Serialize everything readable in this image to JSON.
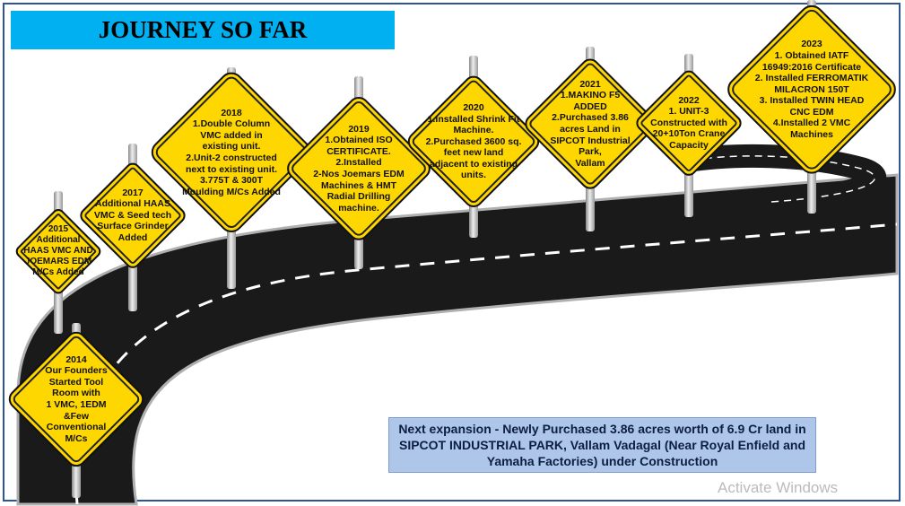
{
  "title": "JOURNEY SO FAR",
  "milestones": [
    {
      "year": "2014",
      "text": "2014\nOur Founders\nStarted Tool\nRoom with\n1 VMC, 1EDM\n&Few\nConventional\nM/Cs"
    },
    {
      "year": "2015",
      "text": "2015\nAdditional\nHAAS VMC AND\nJOEMARS EDM\nM/Cs Added"
    },
    {
      "year": "2017",
      "text": "2017\nAdditional HAAS\nVMC  & Seed tech\nSurface Grinder\nAdded"
    },
    {
      "year": "2018",
      "text": "2018\n1.Double Column\nVMC  added in\nexisting unit.\n2.Unit-2 constructed\nnext to existing unit.\n3.775T & 300T\nMoulding M/Cs Added"
    },
    {
      "year": "2019",
      "text": "2019\n1.Obtained ISO\nCERTIFICATE.\n2.Installed\n2-Nos Joemars EDM\nMachines & HMT\nRadial Drilling\nmachine."
    },
    {
      "year": "2020",
      "text": "2020\n1.Installed Shrink Fit\nMachine.\n2.Purchased 3600 sq.\nfeet new land\nadjacent to existing\nunits."
    },
    {
      "year": "2021",
      "text": "2021\n1.MAKINO F5\nADDED\n2.Purchased 3.86\nacres Land in\nSIPCOT Industrial\nPark,\nVallam"
    },
    {
      "year": "2022",
      "text": "2022\n1. UNIT-3\nConstructed with\n20+10Ton Crane\nCapacity"
    },
    {
      "year": "2023",
      "text": "2023\n1.    Obtained IATF\n16949:2016 Certificate\n2.    Installed FERROMATIK\nMILACRON 150T\n3.    Installed TWIN HEAD\nCNC EDM\n4.Installed 2 VMC\nMachines"
    }
  ],
  "note": "Next expansion - Newly Purchased 3.86 acres worth of 6.9 Cr land in SIPCOT INDUSTRIAL PARK, Vallam Vadagal (Near Royal Enfield and Yamaha Factories) under Construction",
  "watermark": "Activate Windows"
}
